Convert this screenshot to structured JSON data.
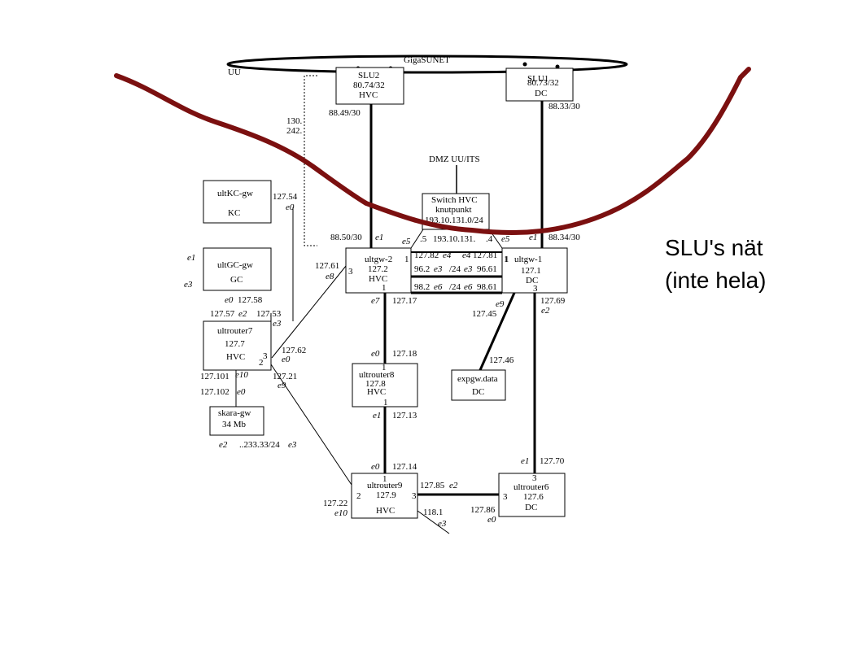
{
  "giga": {
    "name": "GigaSUNET",
    "uu": "UU"
  },
  "slu2": {
    "l1": "SLU2",
    "l2": "80.74/32",
    "l3": "HVC"
  },
  "slu1": {
    "l1": "SLU1",
    "l2": "80.73/32",
    "l3": "DC"
  },
  "labels": {
    "a8849": "88.49/30",
    "a8833": "88.33/30",
    "a8850": "88.50/30",
    "a8834": "88.34/30",
    "n130": "130.",
    "n242": "242.",
    "dmz": "DMZ UU/ITS",
    "sw1": "Switch HVC",
    "sw2": "knutpunkt",
    "sw3": "193.10.131.0/24",
    "p5": ".5",
    "p193": "193.10.131.",
    "p4": ".4",
    "e1a": "e1",
    "e5a": "e5",
    "e5b": "e5",
    "e1b": "e1",
    "v12782": "127.82",
    "e4a": "e4",
    "e4b": "e4",
    "v12781": "127.81",
    "v962": "96.2",
    "e3a": "e3",
    "s24a": "/24",
    "e3b": "e3",
    "v9661": "96.61",
    "v982": "98.2",
    "e6a": "e6",
    "s24b": "/24",
    "e6b": "e6",
    "v9861": "98.61",
    "one_a": "1",
    "one_b": "1",
    "v12754": "127.54",
    "e0kc": "e0",
    "e1gc": "e1",
    "e3gc": "e3",
    "v12761": "127.61",
    "e8": "e8",
    "three_gw2": "3",
    "e0gc": "e0",
    "v12758": "127.58",
    "v12757": "127.57",
    "e2gc": "e2",
    "v12753": "127.53",
    "e3r7": "e3",
    "e7": "e7",
    "v12717": "127.17",
    "e9a": "e9",
    "v12745": "127.45",
    "v12769": "127.69",
    "e2dc": "e2",
    "v12762": "127.62",
    "e0r7": "e0",
    "three_r7": "3",
    "two_r7": "2",
    "e0r8": "e0",
    "v12718": "127.18",
    "v12746": "127.46",
    "v127101": "127.101",
    "e10a": "e10",
    "v12721": "127.21",
    "e9b": "e9",
    "v127102": "127.102",
    "e0sk": "e0",
    "e1r8": "e1",
    "v12713": "127.13",
    "e2sk": "e2",
    "v23333": "..233.33/24",
    "e3sk": "e3",
    "e1r6": "e1",
    "v12770": "127.70",
    "e0r9": "e0",
    "v12714": "127.14",
    "v12785": "127.85",
    "e2r9": "e2",
    "v12722": "127.22",
    "e10b": "e10",
    "v1181": "118.1",
    "e3r9": "e3",
    "v12786": "127.86",
    "e0r6": "e0"
  },
  "boxes": {
    "ultkc": {
      "l1": "ultKC-gw",
      "l2": "KC"
    },
    "ultgc": {
      "l1": "ultGC-gw",
      "l2": "GC"
    },
    "ultgw2": {
      "l1": "ultgw-2",
      "l2": "127.2",
      "l3": "HVC",
      "p1": "1"
    },
    "ultgw1": {
      "l1": "ultgw-1",
      "l2": "127.1",
      "l3": "DC",
      "p3": "3",
      "p1": "1"
    },
    "ultr7": {
      "l1": "ultrouter7",
      "l2": "127.7",
      "l3": "HVC"
    },
    "ultr8": {
      "l1": "ultrouter8",
      "l2": "127.8",
      "l3": "HVC",
      "p1": "1",
      "p1b": "1"
    },
    "expgw": {
      "l1": "expgw.data",
      "l2": "DC"
    },
    "skara": {
      "l1": "skara-gw",
      "l2": "34 Mb"
    },
    "ultr9": {
      "l1": "ultrouter9",
      "l2": "127.9",
      "l3": "HVC",
      "p1": "1",
      "p2": "2",
      "p3": "3"
    },
    "ultr6": {
      "l1": "ultrouter6",
      "l2": "127.6",
      "l3": "DC",
      "p3": "3",
      "p3b": "3"
    }
  },
  "note": {
    "l1": "SLU's nät",
    "l2": "(inte hela)"
  },
  "colors": {
    "boundary": "#7b1010",
    "line": "#000000"
  }
}
